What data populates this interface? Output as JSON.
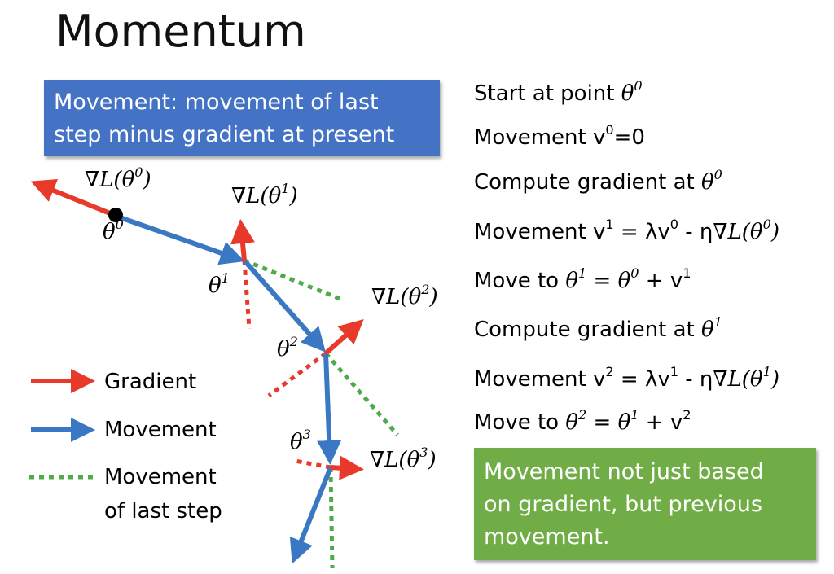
{
  "title": "Momentum",
  "blue_box": {
    "line1": "Movement: movement of last",
    "line2": "step minus gradient at present"
  },
  "steps": [
    {
      "pre": "Start at point ",
      "math": "θ",
      "sup": "0",
      "post": ""
    },
    {
      "pre": "Movement v",
      "sup_plain": "0",
      "post": "=0"
    },
    {
      "pre": "Compute gradient at ",
      "math": "θ",
      "sup": "0",
      "post": ""
    },
    {
      "pre": "Movement v",
      "sup_plain": "1",
      "mid": " = λv",
      "sup_plain2": "0",
      "mid2": " - η",
      "math": "∇L(θ",
      "sup": "0",
      "math_end": ")"
    },
    {
      "pre": "Move to ",
      "math": "θ",
      "sup": "1",
      "mid": " = ",
      "math2": "θ",
      "sup2": "0",
      "post": " + v",
      "sup_plain": "1"
    },
    {
      "pre": "Compute gradient at ",
      "math": "θ",
      "sup": "1",
      "post": ""
    },
    {
      "pre": "Movement v",
      "sup_plain": "2",
      "mid": " = λv",
      "sup_plain2": "1",
      "mid2": " - η",
      "math": "∇L(θ",
      "sup": "1",
      "math_end": ")"
    },
    {
      "pre": "Move to ",
      "math": "θ",
      "sup": "2",
      "mid": " = ",
      "math2": "θ",
      "sup2": "1",
      "post": " + v",
      "sup_plain": "2"
    }
  ],
  "green_box": {
    "line1": "Movement not just based",
    "line2": "on gradient, but previous",
    "line3": "movement."
  },
  "legend": {
    "gradient": "Gradient",
    "movement": "Movement",
    "last_line1": "Movement",
    "last_line2": "of last step"
  },
  "labels": {
    "grad0": {
      "base": "∇L(θ",
      "sup": "0",
      "end": ")"
    },
    "grad1": {
      "base": "∇L(θ",
      "sup": "1",
      "end": ")"
    },
    "grad2": {
      "base": "∇L(θ",
      "sup": "2",
      "end": ")"
    },
    "grad3": {
      "base": "∇L(θ",
      "sup": "3",
      "end": ")"
    },
    "theta0": {
      "base": "θ",
      "sup": "0"
    },
    "theta1": {
      "base": "θ",
      "sup": "1"
    },
    "theta2": {
      "base": "θ",
      "sup": "2"
    },
    "theta3": {
      "base": "θ",
      "sup": "3"
    }
  },
  "colors": {
    "gradient": "#e8392b",
    "movement": "#3a78c3",
    "last_step": "#4fab4a",
    "blue_box": "#4472c4",
    "green_box": "#70ad47"
  }
}
